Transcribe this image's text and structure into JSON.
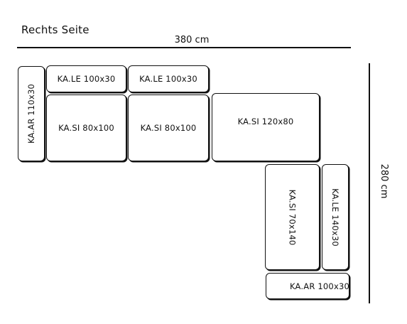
{
  "title": "Rechts Seite",
  "dimensions": {
    "width": "380 cm",
    "height": "280 cm"
  },
  "pieces": [
    {
      "label": "KA.AR 110x30"
    },
    {
      "label": "KA.LE 100x30"
    },
    {
      "label": "KA.LE 100x30"
    },
    {
      "label": "KA.SI 80x100"
    },
    {
      "label": "KA.SI 80x100"
    },
    {
      "label": "KA.SI 120x80"
    },
    {
      "label": "KA.SI 70x140"
    },
    {
      "label": "KA.LE 140x30"
    },
    {
      "label": "KA.AR 100x30"
    }
  ]
}
